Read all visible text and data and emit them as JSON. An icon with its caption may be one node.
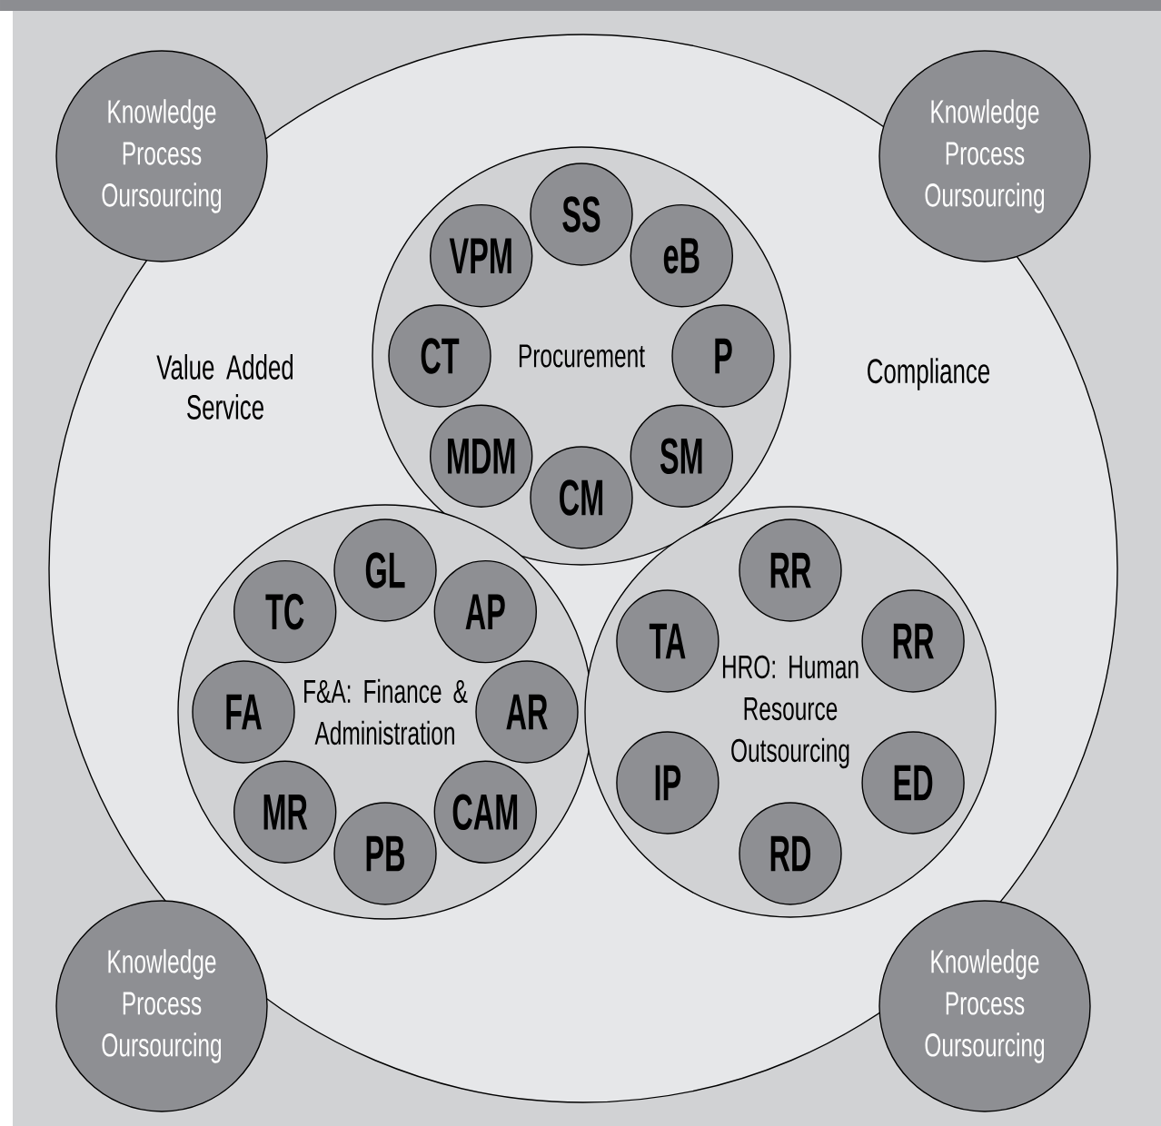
{
  "diagram": {
    "nodes": [
      {
        "text": [
          "Value Added Service",
          "Compliance"
        ]
      },
      {
        "text": [
          "Knowledge Process Oursourcing"
        ]
      },
      {
        "text": [
          "Knowledge Process Oursourcing"
        ]
      },
      {
        "text": [
          "Procurement"
        ],
        "in": 0
      },
      {
        "text": [
          "SS"
        ],
        "in": 3
      },
      {
        "text": [
          "eB"
        ],
        "in": 3
      },
      {
        "text": [
          "P"
        ],
        "in": 3
      },
      {
        "text": [
          "SM"
        ],
        "in": 3
      },
      {
        "text": [
          "CM"
        ],
        "in": 3
      },
      {
        "text": [
          "MDM"
        ],
        "in": 3
      },
      {
        "text": [
          "CT"
        ],
        "in": 3
      },
      {
        "text": [
          "VPM"
        ],
        "in": 3
      },
      {
        "text": [
          "F&A: Finance & Administration"
        ],
        "in": 0
      },
      {
        "text": [
          "GL"
        ],
        "in": 12
      },
      {
        "text": [
          "AP"
        ],
        "in": 12
      },
      {
        "text": [
          "AR"
        ],
        "in": 12
      },
      {
        "text": [
          "CAM"
        ],
        "in": 12
      },
      {
        "text": [
          "PB"
        ],
        "in": 12
      },
      {
        "text": [
          "MR"
        ],
        "in": 12
      },
      {
        "text": [
          "FA"
        ],
        "in": 12
      },
      {
        "text": [
          "TC"
        ],
        "in": 12
      },
      {
        "text": [
          "HRO: Human Resource Outsourcing"
        ],
        "in": 0
      },
      {
        "text": [
          "RR"
        ],
        "in": 21
      },
      {
        "text": [
          "RR"
        ],
        "in": 21
      },
      {
        "text": [
          "ED"
        ],
        "in": 21
      },
      {
        "text": [
          "RD"
        ],
        "in": 21
      },
      {
        "text": [
          "IP"
        ],
        "in": 21
      },
      {
        "text": [
          "TA"
        ],
        "in": 21
      },
      {
        "text": [
          "Knowledge Process Oursourcing"
        ]
      },
      {
        "text": [
          "Knowledge Process Oursourcing"
        ]
      }
    ]
  }
}
